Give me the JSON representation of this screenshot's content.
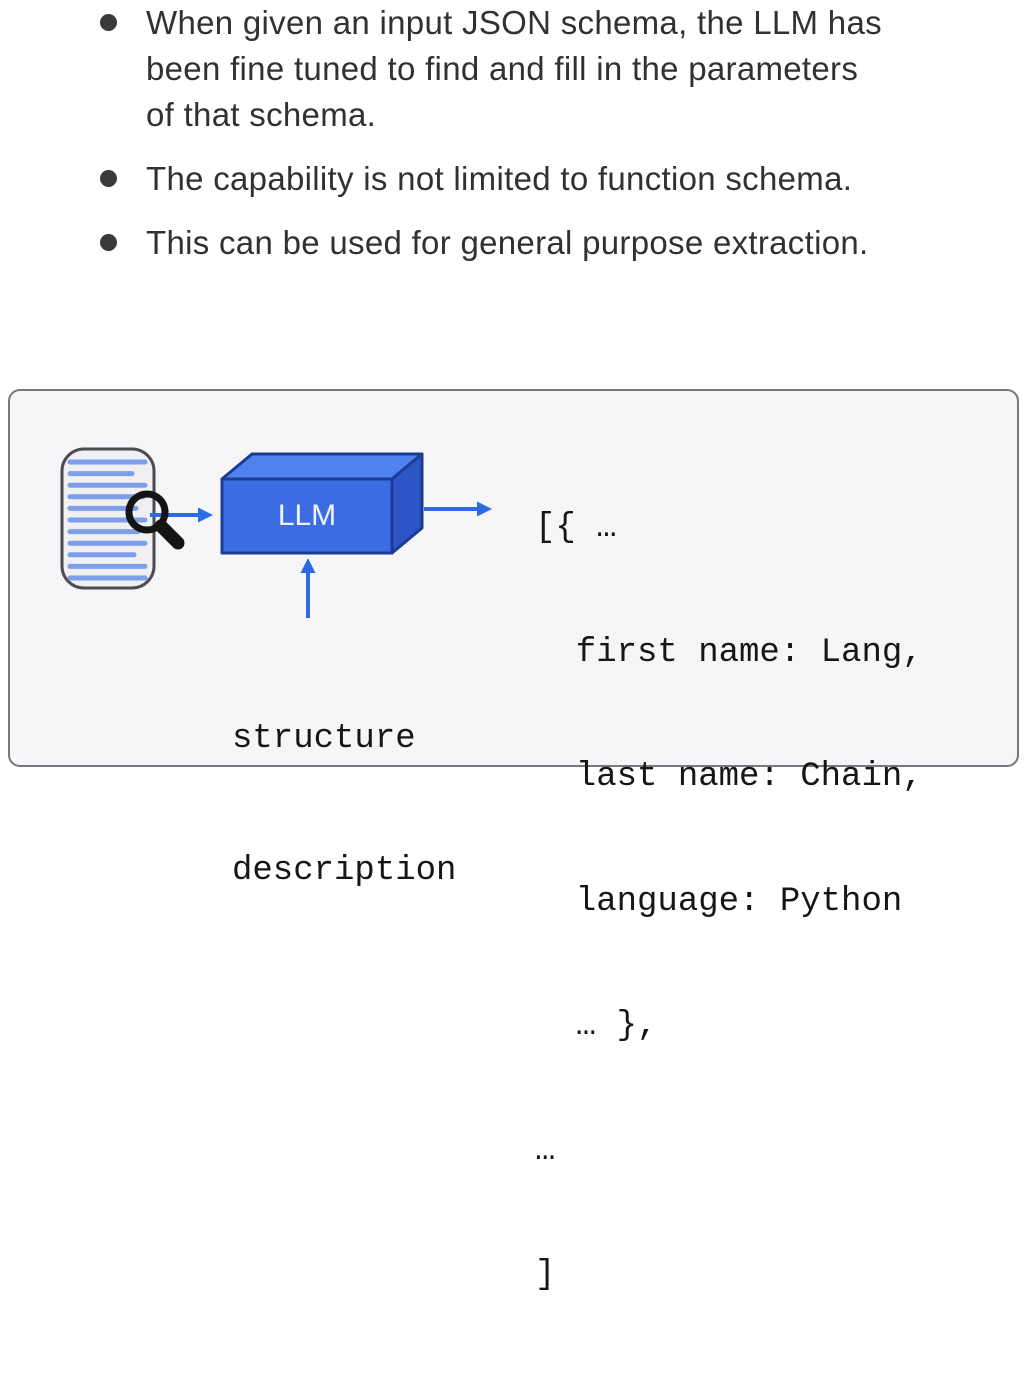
{
  "bullets": [
    {
      "lines": [
        "When given an input JSON schema, the LLM has",
        "been fine tuned to find and fill in the parameters",
        "of that schema."
      ]
    },
    {
      "lines": [
        "The capability is not limited to function schema."
      ]
    },
    {
      "lines": [
        "This can be used for general purpose extraction."
      ]
    }
  ],
  "diagram": {
    "llm_label": "LLM",
    "structure_label": [
      "structure",
      "description"
    ],
    "output_lines": [
      "[{ …",
      "  first name: Lang,",
      "  last name: Chain,",
      "  language: Python",
      "  … },",
      "…",
      "]"
    ]
  },
  "colors": {
    "text": "#313131",
    "bullet-dot": "#3a3a3a",
    "panel-bg": "#f6f6f8",
    "panel-border": "#77777d",
    "arrow-blue": "#2e6ae3",
    "llm-front": "#3b6ce1",
    "llm-top": "#4f82ec",
    "llm-right": "#2c56c8",
    "llm-outline": "#1c3c94",
    "llm-text": "#eef3fd",
    "doc-fill": "#f0f0f3",
    "doc-border": "#4c4c52",
    "doc-line": "#7d9ee9",
    "magnifier": "#141414",
    "code-text": "#161616"
  }
}
